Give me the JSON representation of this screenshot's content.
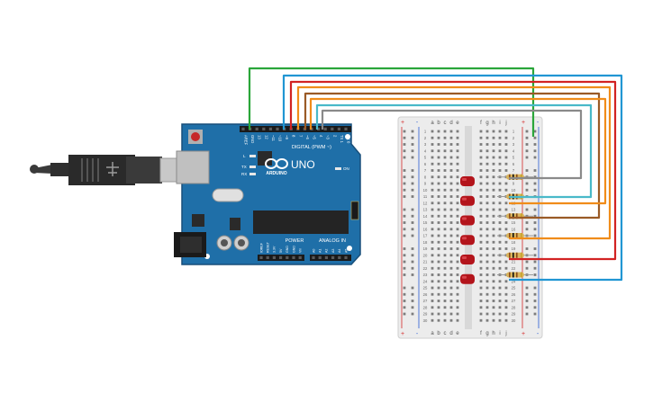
{
  "arduino": {
    "brand": "ARDUINO",
    "model": "UNO",
    "digital_header_label": "DIGITAL (PWM ~)",
    "power_header_label": "POWER",
    "analog_header_label": "ANALOG IN",
    "led_labels": {
      "l": "L",
      "tx": "TX",
      "rx": "RX",
      "on": "ON"
    },
    "digital_pins": [
      "AREF",
      "GND",
      "13",
      "12",
      "~11",
      "~10",
      "~9",
      "8",
      "7",
      "~6",
      "~5",
      "4",
      "~3",
      "2",
      "TX 1",
      "RX 0"
    ],
    "power_pins": [
      "IOREF",
      "RESET",
      "3.3V",
      "5V",
      "GND",
      "GND",
      "Vin"
    ],
    "analog_pins": [
      "A0",
      "A1",
      "A2",
      "A3",
      "A4",
      "A5"
    ]
  },
  "breadboard": {
    "columns_left": [
      "a",
      "b",
      "c",
      "d",
      "e"
    ],
    "columns_right": [
      "f",
      "g",
      "h",
      "i",
      "j"
    ],
    "rail_plus": "+",
    "rail_minus": "-",
    "row_count": 30
  },
  "colors": {
    "board_blue": "#1f6fa8",
    "board_dark": "#1a5e90",
    "breadboard_body": "#ececec",
    "rail_red": "#d42a2a",
    "rail_blue": "#2a5bd4",
    "led_red": "#b3141b",
    "resistor_body": "#d9b45c",
    "wire_green": "#2aa63a",
    "wire_blue": "#2196d3",
    "wire_red": "#d22323",
    "wire_orange": "#f08c1a",
    "wire_brown": "#9a5a26",
    "wire_teal": "#49b9c9",
    "wire_gray": "#8a8a8a"
  },
  "icons": {
    "usb_cable": "usb-cable-icon",
    "infinity_logo": "arduino-infinity-logo",
    "reset_button": "reset-button-icon"
  }
}
